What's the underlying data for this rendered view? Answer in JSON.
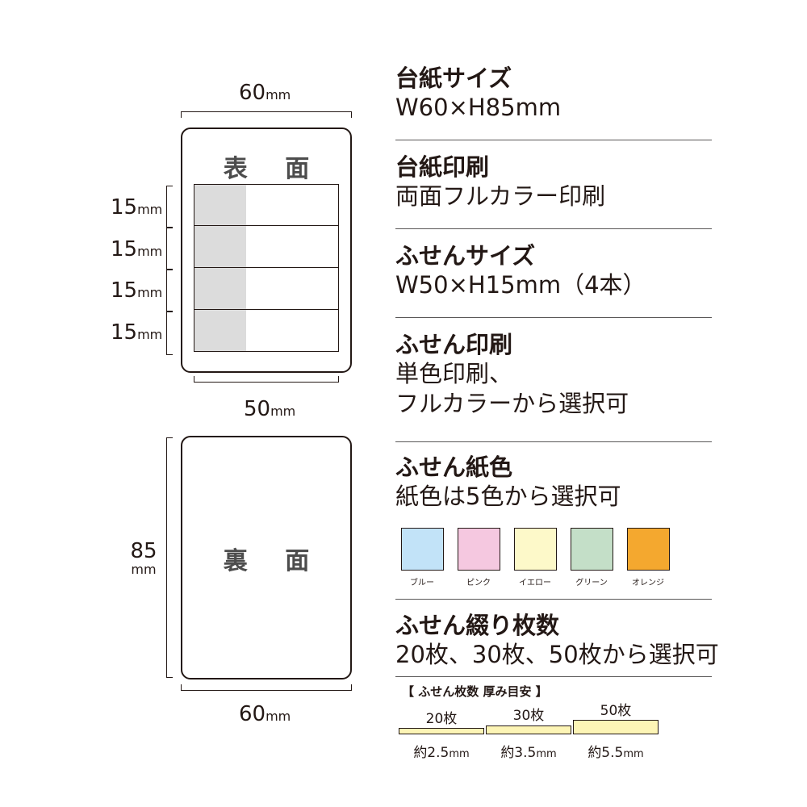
{
  "front": {
    "width_label": "60",
    "title": "表 面",
    "sticky_labels": [
      "15",
      "15",
      "15",
      "15"
    ],
    "sticky_width_label": "50",
    "unit": "mm"
  },
  "back": {
    "height_label": "85",
    "title": "裏 面",
    "width_label": "60",
    "unit": "mm"
  },
  "specs": [
    {
      "heading": "台紙サイズ",
      "lines": [
        "W60×H85mm"
      ]
    },
    {
      "heading": "台紙印刷",
      "lines": [
        "両面フルカラー印刷"
      ]
    },
    {
      "heading": "ふせんサイズ",
      "lines": [
        "W50×H15mm（4本）"
      ]
    },
    {
      "heading": "ふせん印刷",
      "lines": [
        "単色印刷、",
        "フルカラーから選択可"
      ]
    },
    {
      "heading": "ふせん紙色",
      "lines": [
        "紙色は5色から選択可"
      ]
    },
    {
      "heading": "ふせん綴り枚数",
      "lines": [
        "20枚、30枚、50枚から選択可"
      ]
    }
  ],
  "colors": [
    {
      "name": "ブルー",
      "hex": "#c2e3f8"
    },
    {
      "name": "ピンク",
      "hex": "#f5c8e0"
    },
    {
      "name": "イエロー",
      "hex": "#fdf9c9"
    },
    {
      "name": "グリーン",
      "hex": "#c4dfc8"
    },
    {
      "name": "オレンジ",
      "hex": "#f4a82f"
    }
  ],
  "thickness": {
    "title": "【 ふせん枚数 厚み目安 】",
    "items": [
      {
        "count_label": "20枚",
        "thickness": "約2.5",
        "unit": "mm",
        "mm": 2.5
      },
      {
        "count_label": "30枚",
        "thickness": "約3.5",
        "unit": "mm",
        "mm": 3.5
      },
      {
        "count_label": "50枚",
        "thickness": "約5.5",
        "unit": "mm",
        "mm": 5.5
      }
    ]
  }
}
